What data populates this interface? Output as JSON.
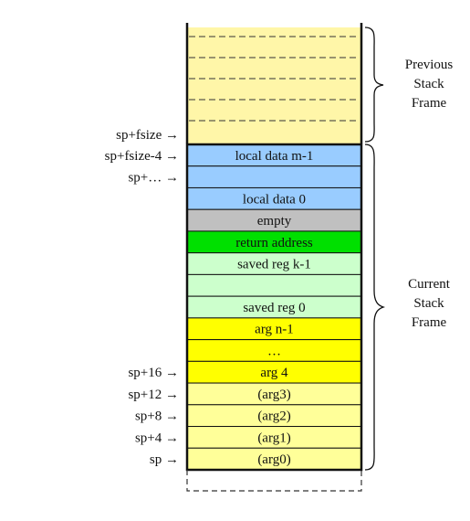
{
  "colors": {
    "previous_frame_fill": "#fff6a8",
    "local_data_fill": "#99ccff",
    "empty_fill": "#c0c0c0",
    "return_address_fill": "#00e000",
    "saved_reg_fill": "#ccffcc",
    "args_fill": "#ffff00",
    "arg_slots_fill": "#ffff99",
    "border": "#111111",
    "dashed_line": "#333333"
  },
  "previous_frame": {
    "label_lines": [
      "Previous",
      "Stack",
      "Frame"
    ]
  },
  "current_frame": {
    "label_lines": [
      "Current",
      "Stack",
      "Frame"
    ]
  },
  "cells": [
    {
      "label": "local data m-1",
      "pointer": "sp+fsize-4 →",
      "fill": "local_data_fill"
    },
    {
      "label": "",
      "pointer": "sp+… →",
      "fill": "local_data_fill"
    },
    {
      "label": "local data 0",
      "pointer": "",
      "fill": "local_data_fill"
    },
    {
      "label": "empty",
      "pointer": "",
      "fill": "empty_fill"
    },
    {
      "label": "return address",
      "pointer": "",
      "fill": "return_address_fill"
    },
    {
      "label": "saved reg k-1",
      "pointer": "",
      "fill": "saved_reg_fill"
    },
    {
      "label": "",
      "pointer": "",
      "fill": "saved_reg_fill"
    },
    {
      "label": "saved reg 0",
      "pointer": "",
      "fill": "saved_reg_fill"
    },
    {
      "label": "arg n-1",
      "pointer": "",
      "fill": "args_fill"
    },
    {
      "label": "…",
      "pointer": "",
      "fill": "args_fill"
    },
    {
      "label": "arg 4",
      "pointer": "sp+16 →",
      "fill": "args_fill"
    },
    {
      "label": "(arg3)",
      "pointer": "sp+12 →",
      "fill": "arg_slots_fill"
    },
    {
      "label": "(arg2)",
      "pointer": "sp+8 →",
      "fill": "arg_slots_fill"
    },
    {
      "label": "(arg1)",
      "pointer": "sp+4 →",
      "fill": "arg_slots_fill"
    },
    {
      "label": "(arg0)",
      "pointer": "sp →",
      "fill": "arg_slots_fill"
    }
  ],
  "frame_top_pointer": "sp+fsize →"
}
